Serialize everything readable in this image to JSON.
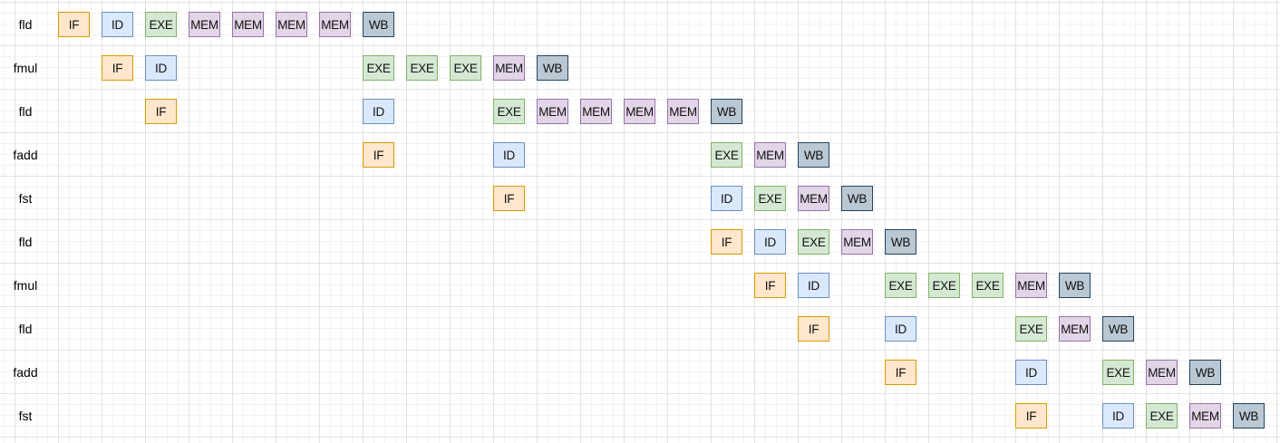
{
  "stage_styles": {
    "IF": {
      "fill": "#ffe6cc",
      "stroke": "#d79b00"
    },
    "ID": {
      "fill": "#dae8fc",
      "stroke": "#6c8ebf"
    },
    "EXE": {
      "fill": "#d5e8d4",
      "stroke": "#82b366"
    },
    "MEM": {
      "fill": "#e1d5e7",
      "stroke": "#9673a6"
    },
    "WB": {
      "fill": "#bac8d3",
      "stroke": "#23445d"
    }
  },
  "pipeline": [
    {
      "instruction": "fld",
      "stages": [
        {
          "name": "IF",
          "cycle": 0
        },
        {
          "name": "ID",
          "cycle": 1
        },
        {
          "name": "EXE",
          "cycle": 2
        },
        {
          "name": "MEM",
          "cycle": 3
        },
        {
          "name": "MEM",
          "cycle": 4
        },
        {
          "name": "MEM",
          "cycle": 5
        },
        {
          "name": "MEM",
          "cycle": 6
        },
        {
          "name": "WB",
          "cycle": 7
        }
      ]
    },
    {
      "instruction": "fmul",
      "stages": [
        {
          "name": "IF",
          "cycle": 1
        },
        {
          "name": "ID",
          "cycle": 2
        },
        {
          "name": "EXE",
          "cycle": 7
        },
        {
          "name": "EXE",
          "cycle": 8
        },
        {
          "name": "EXE",
          "cycle": 9
        },
        {
          "name": "MEM",
          "cycle": 10
        },
        {
          "name": "WB",
          "cycle": 11
        }
      ]
    },
    {
      "instruction": "fld",
      "stages": [
        {
          "name": "IF",
          "cycle": 2
        },
        {
          "name": "ID",
          "cycle": 7
        },
        {
          "name": "EXE",
          "cycle": 10
        },
        {
          "name": "MEM",
          "cycle": 11
        },
        {
          "name": "MEM",
          "cycle": 12
        },
        {
          "name": "MEM",
          "cycle": 13
        },
        {
          "name": "MEM",
          "cycle": 14
        },
        {
          "name": "WB",
          "cycle": 15
        }
      ]
    },
    {
      "instruction": "fadd",
      "stages": [
        {
          "name": "IF",
          "cycle": 7
        },
        {
          "name": "ID",
          "cycle": 10
        },
        {
          "name": "EXE",
          "cycle": 15
        },
        {
          "name": "MEM",
          "cycle": 16
        },
        {
          "name": "WB",
          "cycle": 17
        }
      ]
    },
    {
      "instruction": "fst",
      "stages": [
        {
          "name": "IF",
          "cycle": 10
        },
        {
          "name": "ID",
          "cycle": 15
        },
        {
          "name": "EXE",
          "cycle": 16
        },
        {
          "name": "MEM",
          "cycle": 17
        },
        {
          "name": "WB",
          "cycle": 18
        }
      ]
    },
    {
      "instruction": "fld",
      "stages": [
        {
          "name": "IF",
          "cycle": 15
        },
        {
          "name": "ID",
          "cycle": 16
        },
        {
          "name": "EXE",
          "cycle": 17
        },
        {
          "name": "MEM",
          "cycle": 18
        },
        {
          "name": "WB",
          "cycle": 19
        }
      ]
    },
    {
      "instruction": "fmul",
      "stages": [
        {
          "name": "IF",
          "cycle": 16
        },
        {
          "name": "ID",
          "cycle": 17
        },
        {
          "name": "EXE",
          "cycle": 19
        },
        {
          "name": "EXE",
          "cycle": 20
        },
        {
          "name": "EXE",
          "cycle": 21
        },
        {
          "name": "MEM",
          "cycle": 22
        },
        {
          "name": "WB",
          "cycle": 23
        }
      ]
    },
    {
      "instruction": "fld",
      "stages": [
        {
          "name": "IF",
          "cycle": 17
        },
        {
          "name": "ID",
          "cycle": 19
        },
        {
          "name": "EXE",
          "cycle": 22
        },
        {
          "name": "MEM",
          "cycle": 23
        },
        {
          "name": "WB",
          "cycle": 24
        }
      ]
    },
    {
      "instruction": "fadd",
      "stages": [
        {
          "name": "IF",
          "cycle": 19
        },
        {
          "name": "ID",
          "cycle": 22
        },
        {
          "name": "EXE",
          "cycle": 24
        },
        {
          "name": "MEM",
          "cycle": 25
        },
        {
          "name": "WB",
          "cycle": 26
        }
      ]
    },
    {
      "instruction": "fst",
      "stages": [
        {
          "name": "IF",
          "cycle": 22
        },
        {
          "name": "ID",
          "cycle": 24
        },
        {
          "name": "EXE",
          "cycle": 25
        },
        {
          "name": "MEM",
          "cycle": 26
        },
        {
          "name": "WB",
          "cycle": 27
        }
      ]
    }
  ]
}
